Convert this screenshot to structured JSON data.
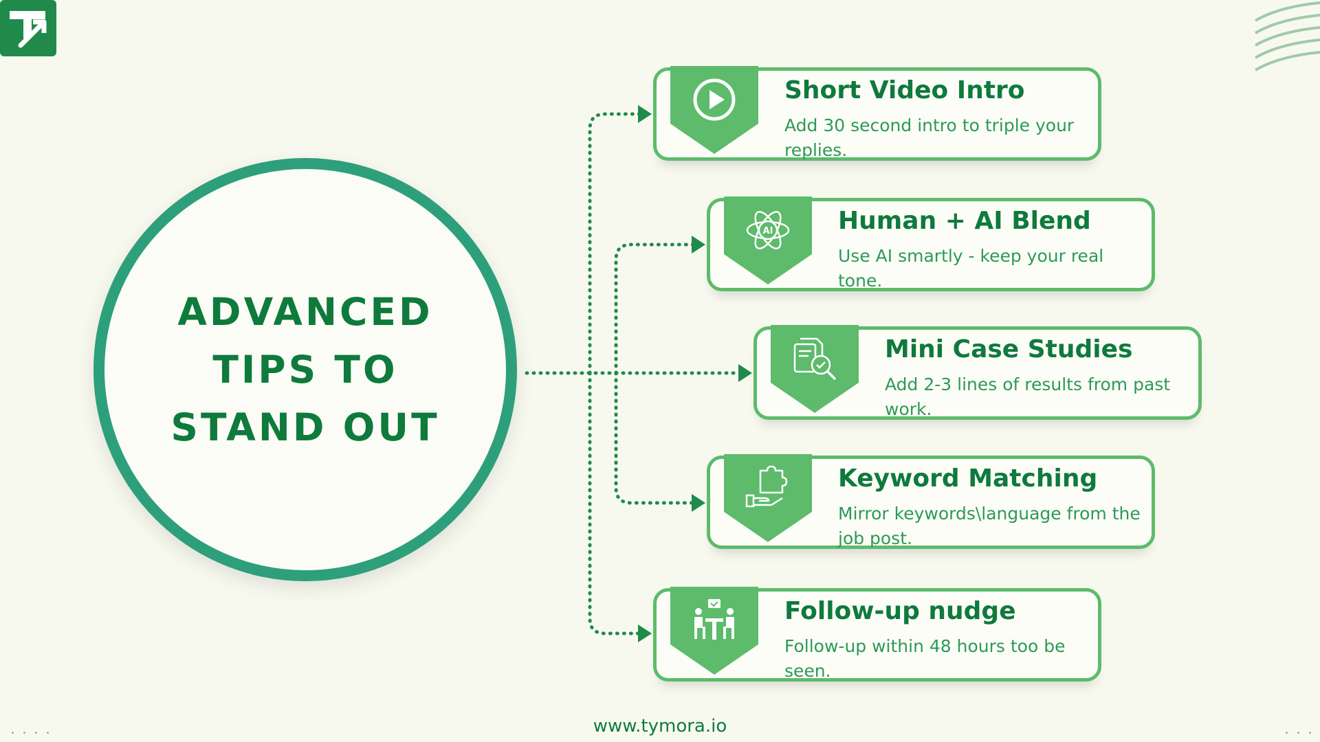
{
  "central_title": {
    "line1": "ADVANCED",
    "line2": "TIPS TO",
    "line3": "STAND OUT"
  },
  "tips": [
    {
      "title": "Short Video Intro",
      "description": "Add 30 second intro to triple your replies.",
      "icon": "play-icon"
    },
    {
      "title": "Human + AI Blend",
      "description": "Use AI smartly - keep your real tone.",
      "icon": "ai-icon"
    },
    {
      "title": "Mini Case Studies",
      "description": "Add 2-3 lines of results from past work.",
      "icon": "case-study-icon"
    },
    {
      "title": "Keyword Matching",
      "description": "Mirror keywords\\language from the job post.",
      "icon": "puzzle-hand-icon"
    },
    {
      "title": "Follow-up nudge",
      "description": "Follow-up within 48 hours too be seen.",
      "icon": "meeting-icon"
    }
  ],
  "footer": {
    "url": "www.tymora.io"
  },
  "colors": {
    "background": "#f7f9ef",
    "primary_green": "#0e7a3c",
    "circle_ring": "#2e9f7b",
    "card_border": "#5dbb6b",
    "badge": "#5dbb6b",
    "connector": "#1f8a4a"
  }
}
